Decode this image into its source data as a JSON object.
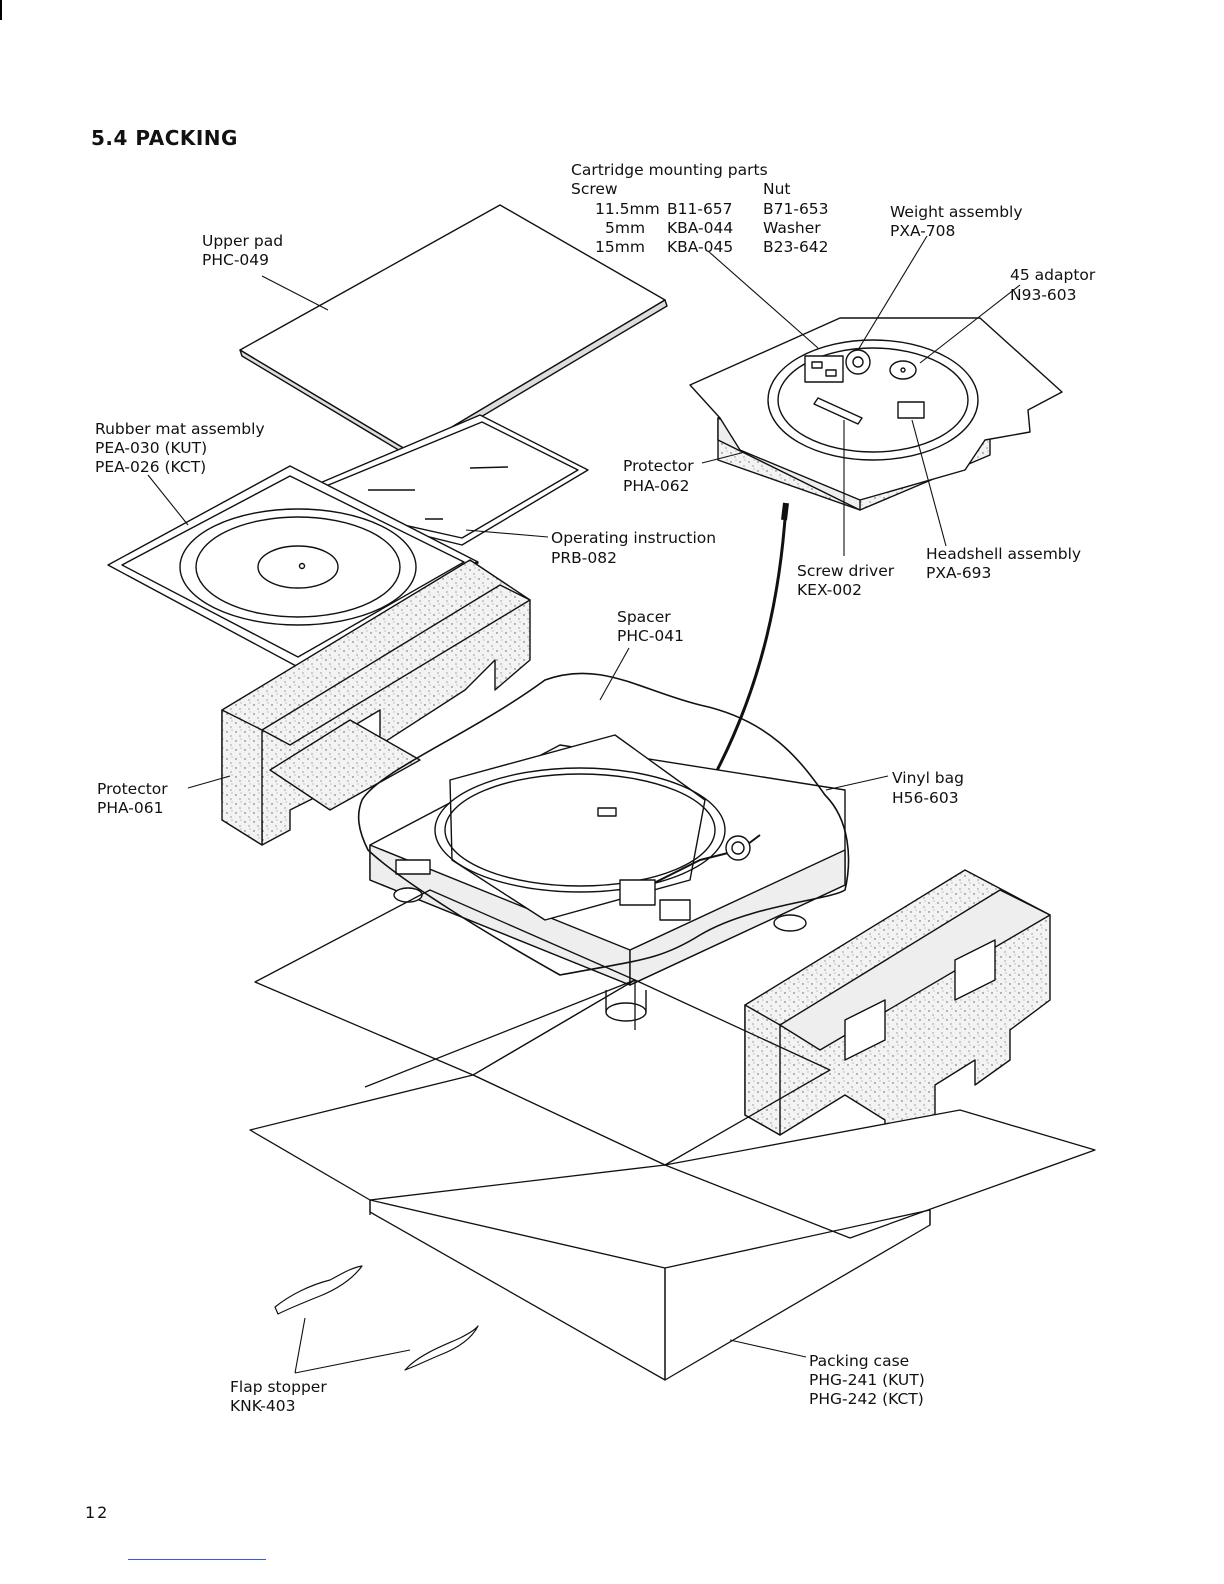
{
  "page": {
    "section_title": "5.4  PACKING",
    "page_number": "12"
  },
  "labels": {
    "cartridge": {
      "heading": "Cartridge mounting parts",
      "col_screw": "Screw",
      "col_nut": "Nut",
      "row1_size": "11.5mm",
      "row1_part": "B11-657",
      "row1_nut": "B71-653",
      "row2_size": "5mm",
      "row2_part": "KBA-044",
      "row2_nut": "Washer",
      "row3_size": "15mm",
      "row3_part": "KBA-045",
      "row3_nut": "B23-642"
    },
    "weight_assembly": {
      "name": "Weight assembly",
      "part": "PXA-708"
    },
    "adaptor_45": {
      "name": "45 adaptor",
      "part": "N93-603"
    },
    "upper_pad": {
      "name": "Upper pad",
      "part": "PHC-049"
    },
    "rubber_mat": {
      "name": "Rubber mat assembly",
      "part1": "PEA-030 (KUT)",
      "part2": "PEA-026 (KCT)"
    },
    "protector_top": {
      "name": "Protector",
      "part": "PHA-062"
    },
    "operating_instruction": {
      "name": "Operating instruction",
      "part": "PRB-082"
    },
    "headshell": {
      "name": "Headshell assembly",
      "part": "PXA-693"
    },
    "screw_driver": {
      "name": "Screw driver",
      "part": "KEX-002"
    },
    "spacer": {
      "name": "Spacer",
      "part": "PHC-041"
    },
    "protector_left": {
      "name": "Protector",
      "part": "PHA-061"
    },
    "vinyl_bag": {
      "name": "Vinyl bag",
      "part": "H56-603"
    },
    "flap_stopper": {
      "name": "Flap stopper",
      "part": "KNK-403"
    },
    "packing_case": {
      "name": "Packing case",
      "part1": "PHG-241 (KUT)",
      "part2": "PHG-242 (KCT)"
    }
  }
}
